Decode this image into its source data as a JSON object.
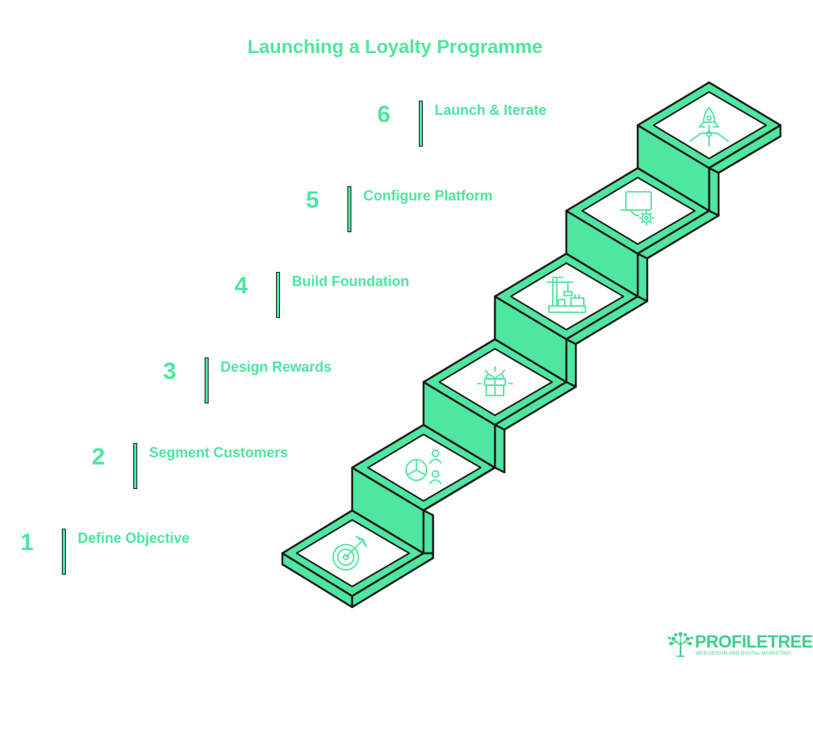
{
  "title": "Launching a Loyalty Programme",
  "steps": [
    {
      "number": "1",
      "label": "Define Objective",
      "icon": "target-icon"
    },
    {
      "number": "2",
      "label": "Segment Customers",
      "icon": "people-pie-chart-icon"
    },
    {
      "number": "3",
      "label": "Design Rewards",
      "icon": "gift-icon"
    },
    {
      "number": "4",
      "label": "Build Foundation",
      "icon": "construction-crane-icon"
    },
    {
      "number": "5",
      "label": "Configure Platform",
      "icon": "laptop-gear-icon"
    },
    {
      "number": "6",
      "label": "Launch & Iterate",
      "icon": "rocket-icon"
    }
  ],
  "brand": {
    "name": "PROFILETREE",
    "tagline": "WEB DESIGN AND DIGITAL MARKETING"
  },
  "colors": {
    "accent": "#4ee6a0",
    "stroke": "#1c1c1c",
    "background": "#ffffff"
  }
}
